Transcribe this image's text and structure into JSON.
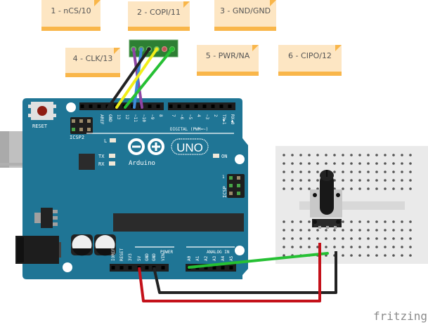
{
  "notes": [
    {
      "id": "note-1",
      "text": "1 - nCS/10"
    },
    {
      "id": "note-2",
      "text": "2 - COPI/11"
    },
    {
      "id": "note-3",
      "text": "3 - GND/GND"
    },
    {
      "id": "note-4",
      "text": "4 - CLK/13"
    },
    {
      "id": "note-5",
      "text": "5 - PWR/NA"
    },
    {
      "id": "note-6",
      "text": "6 - CIPO/12"
    }
  ],
  "board": {
    "name": "Arduino",
    "model": "UNO",
    "reset_label": "RESET",
    "icsp2_label": "ICSP2",
    "icsp_label": "ICSP",
    "icsp_pin1": "1",
    "led_l": "L",
    "led_tx": "TX",
    "led_rx": "RX",
    "led_on": "ON",
    "digital_label": "DIGITAL (PWM=~)",
    "power_label": "POWER",
    "analog_label": "ANALOG IN",
    "top_pins": [
      "AREF",
      "GND",
      "13",
      "12",
      "~11",
      "~10",
      "~9",
      "8",
      "7",
      "~6",
      "~5",
      "4",
      "~3",
      "2",
      "TX▶1",
      "RX◀0"
    ],
    "power_pins": [
      "IOREF",
      "RESET",
      "3V3",
      "5V",
      "GND",
      "GND",
      "VIN"
    ],
    "analog_pins": [
      "A0",
      "A1",
      "A2",
      "A3",
      "A4",
      "A5"
    ]
  },
  "colors": {
    "board": "#1f7595",
    "wire_red": "#c4111a",
    "wire_black": "#222222",
    "wire_green": "#26c034",
    "wire_yellow": "#f1ee19",
    "wire_blue": "#3d8ad8",
    "wire_purple": "#8c45a3",
    "note_bg": "#fde6c3",
    "note_bar": "#f9b64a"
  },
  "logo": "fritzing"
}
